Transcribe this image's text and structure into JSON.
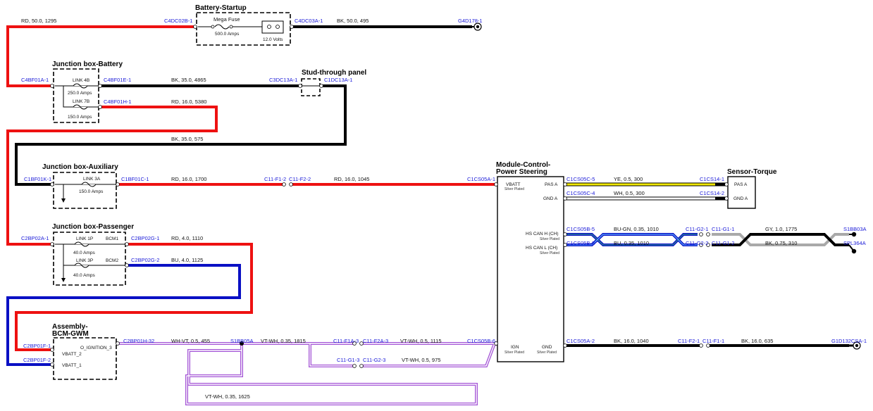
{
  "colors": {
    "red": "#ee1111",
    "black": "#000000",
    "blue": "#0a10c4",
    "yellow": "#f0e800",
    "violet": "#a455d6",
    "gray": "#a9a9a9",
    "connector_label": "#1a1ad8"
  },
  "components": {
    "battery_startup": {
      "title": "Battery-Startup",
      "fuse_label": "Mega Fuse",
      "fuse_rating": "500.0 Amps",
      "battery_volts": "12.0 Volts"
    },
    "jb_battery": {
      "title": "Junction box-Battery",
      "link_4b": "LINK 4B",
      "link_4b_rating": "250.0 Amps",
      "link_7b": "LINK 7B",
      "link_7b_rating": "150.0 Amps"
    },
    "stud_through": {
      "title": "Stud-through panel"
    },
    "jb_auxiliary": {
      "title": "Junction box-Auxiliary",
      "link_3a": "LINK 3A",
      "link_3a_rating": "150.0 Amps"
    },
    "jb_passenger": {
      "title": "Junction box-Passenger",
      "link_1p": "LINK 1P",
      "link_1p_rating": "40.0 Amps",
      "link_3p": "LINK 3P",
      "link_3p_rating": "40.0 Amps",
      "bcm1": "BCM1",
      "bcm2": "BCM2"
    },
    "bcm": {
      "title_1": "Assembly-",
      "title_2": "BCM-GWM",
      "o_ignition": "O_IGNITION_3",
      "vbatt_2": "VBATT_2",
      "vbatt_1": "VBATT_1"
    },
    "module": {
      "title_1": "Module-Control-",
      "title_2": "Power Steering",
      "vbatt": "VBATT",
      "silver_plated": "Silver Plated",
      "pas_a": "PAS A",
      "gnd_a": "GND A",
      "hs_can_h": "HS CAN H (CH)",
      "hs_can_l": "HS CAN L (CH)",
      "ign": "IGN",
      "gnd": "GND"
    },
    "sensor": {
      "title": "Sensor-Torque",
      "pas_a": "PAS A",
      "gnd_a": "GND A"
    }
  },
  "connectors": {
    "c4dc02b": "C4DC02B-1",
    "c4dc03a": "C4DC03A-1",
    "g4d178": "G4D178-1",
    "c4bf01a": "C4BF01A-1",
    "c4bf01e": "C4BF01E-1",
    "c4bf01h": "C4BF01H-1",
    "c3dc13a": "C3DC13A-1",
    "c1dc13a": "C1DC13A-1",
    "c1bf01k": "C1BF01K-1",
    "c1bf01c": "C1BF01C-1",
    "c11f1_2": "C11-F1-2",
    "c11f2_2": "C11-F2-2",
    "c1cs05a_1": "C1CS05A-1",
    "c2bp02a": "C2BP02A-1",
    "c2bp02g1": "C2BP02G-1",
    "c2bp02g2": "C2BP02G-2",
    "c2bp01f1": "C2BP01F-1",
    "c2bp01f2": "C2BP01F-2",
    "c2bp01h": "C2BP01H-32",
    "s1bb05a": "S1BB05A",
    "c11f1a_3": "C11-F1A-3",
    "c11f2a_3": "C11-F2A-3",
    "c11g1_3": "C11-G1-3",
    "c11g2_3": "C11-G2-3",
    "c1cs05b_6": "C1CS05B-6",
    "c1cs05c_5": "C1CS05C-5",
    "c1cs14_1": "C1CS14-1",
    "c1cs05c_4": "C1CS05C-4",
    "c1cs14_2": "C1CS14-2",
    "c1cs05b_5": "C1CS05B-5",
    "c1cs05b_2": "C1CS05B-2",
    "c11g2_1": "C11-G2-1",
    "c11g1_1": "C11-G1-1",
    "c11g2_2": "C11-G2-2",
    "c11g1_2": "C11-G1-2",
    "s1bb03a": "S1BB03A",
    "spl364a": "SPL364A",
    "c1cs05a_2": "C1CS05A-2",
    "c11f2_1": "C11-F2-1",
    "c11f1_1": "C11-F1-1",
    "g1d132csa": "G1D132CSA-1"
  },
  "wires": {
    "rd_50_1295": "RD, 50.0, 1295",
    "bk_50_495": "BK, 50.0, 495",
    "bk_35_4865": "BK, 35.0, 4865",
    "rd_16_5380": "RD, 16.0, 5380",
    "bk_35_575": "BK, 35.0, 575",
    "rd_16_1700": "RD, 16.0, 1700",
    "rd_16_1045": "RD, 16.0, 1045",
    "rd_4_1110": "RD, 4.0, 1110",
    "bu_4_1125": "BU, 4.0, 1125",
    "whvt_05_455": "WH-VT, 0.5, 455",
    "vtwh_035_1815": "VT-WH, 0.35, 1815",
    "vtwh_05_1115": "VT-WH, 0.5, 1115",
    "vtwh_05_975": "VT-WH, 0.5, 975",
    "vtwh_035_1625": "VT-WH, 0.35, 1625",
    "ye_05_300": "YE, 0.5, 300",
    "wh_05_300": "WH, 0.5, 300",
    "bugn_035_1010": "BU-GN, 0.35, 1010",
    "bu_035_1010": "BU, 0.35, 1010",
    "gy_1_1775": "GY, 1.0, 1775",
    "bk_075_310": "BK, 0.75, 310",
    "bk_16_1040": "BK, 16.0, 1040",
    "bk_16_635": "BK, 16.0, 635"
  }
}
